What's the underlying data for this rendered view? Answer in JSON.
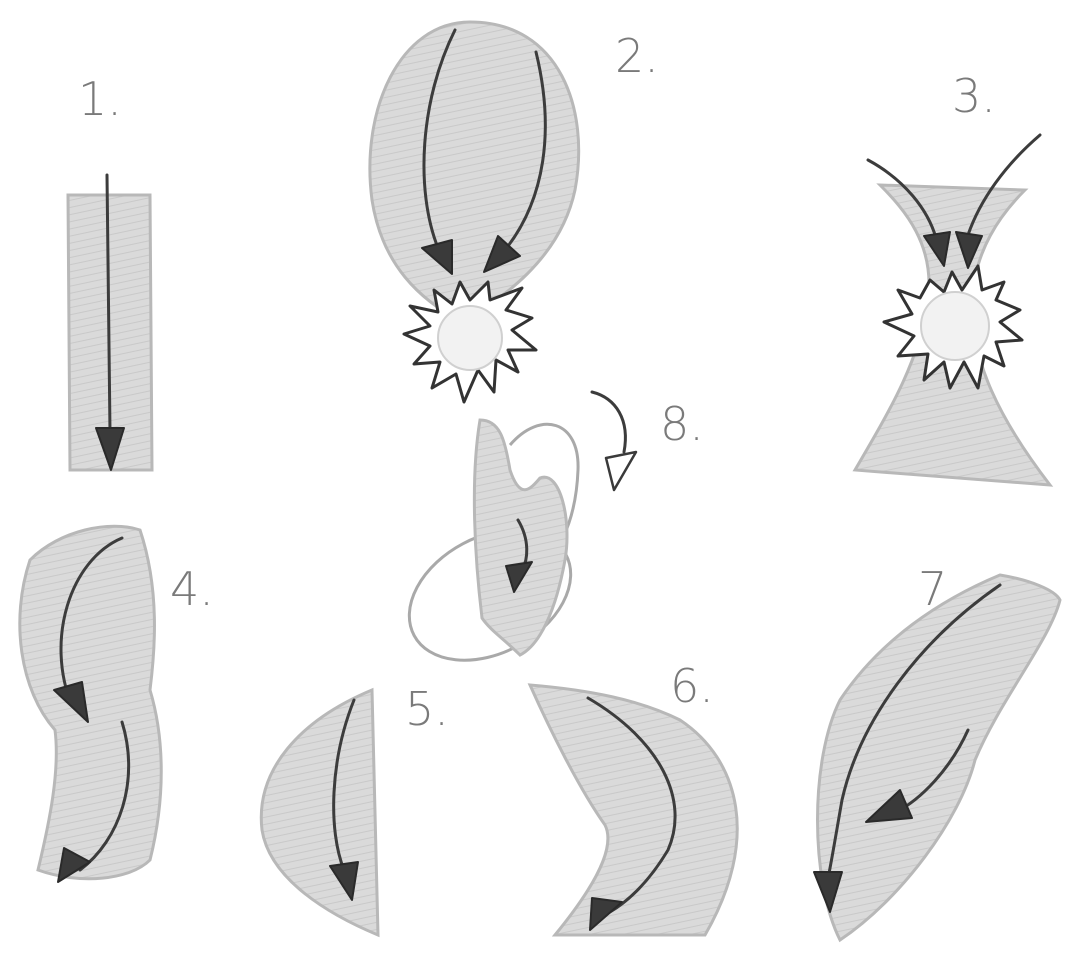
{
  "panels": [
    {
      "number": "1."
    },
    {
      "number": "2."
    },
    {
      "number": "3."
    },
    {
      "number": "4."
    },
    {
      "number": "5."
    },
    {
      "number": "6."
    },
    {
      "number": "7."
    },
    {
      "number": "8."
    }
  ],
  "colors": {
    "pencil_fill": "#d9d9d9",
    "pencil_edge": "#b8b8b8",
    "arrow": "#3a3a3a",
    "burst": "#ffffff"
  }
}
